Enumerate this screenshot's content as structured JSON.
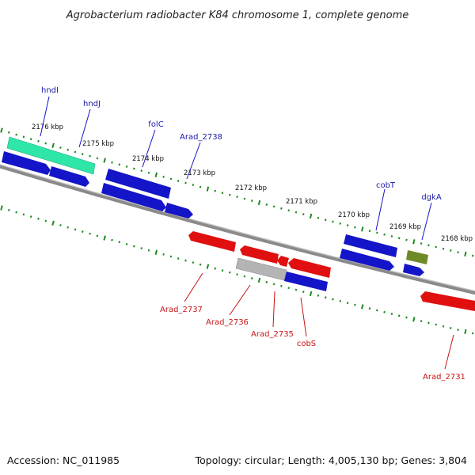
{
  "title": "Agrobacterium radiobacter K84 chromosome 1, complete genome",
  "footer": {
    "accession": "Accession: NC_011985",
    "summary": "Topology: circular; Length: 4,005,130 bp; Genes: 3,804"
  },
  "colors": {
    "backbone": "#7a7a7a",
    "tick": "#1e8a1e",
    "forward_gene": "#1414c8",
    "reverse_gene": "#e01010",
    "rna_gene": "#2ee6a8",
    "pseudo_gene": "#b4b4b4",
    "olive_gene": "#6e8a28"
  },
  "ruler_labels": [
    "2176 kbp",
    "2175 kbp",
    "2174 kbp",
    "2173 kbp",
    "2172 kbp",
    "2171 kbp",
    "2170 kbp",
    "2169 kbp",
    "2168 kbp"
  ],
  "top_labels": [
    "hndI",
    "hndJ",
    "folC",
    "Arad_2738",
    "cobT",
    "dgkA"
  ],
  "bottom_labels": [
    "Arad_2737",
    "Arad_2736",
    "Arad_2735",
    "cobS",
    "Arad_2731"
  ]
}
